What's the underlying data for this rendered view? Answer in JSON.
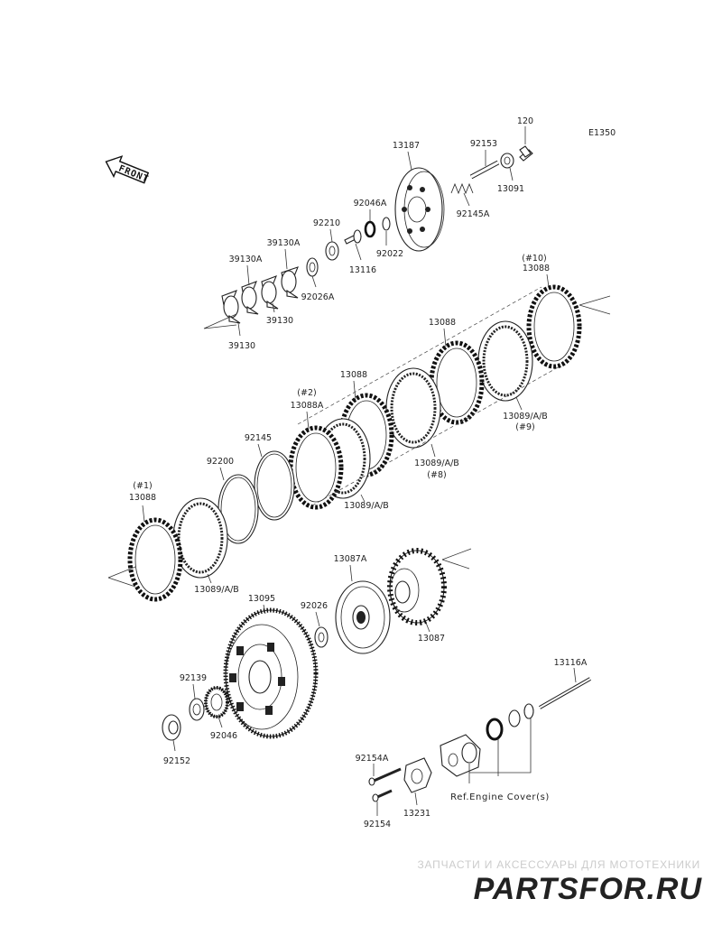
{
  "diagram_code": "E1350",
  "front_label": "FRONT",
  "reference_note": "Ref.Engine Cover(s)",
  "watermark": {
    "tagline": "ЗАПЧАСТИ И АКСЕССУАРЫ ДЛЯ МОТОТЕХНИКИ",
    "brand": "PARTSFOR.RU",
    "brand_color": "#f2b8b8"
  },
  "labels": {
    "p120": "120",
    "p13187": "13187",
    "p92153": "92153",
    "p13091": "13091",
    "p92145A": "92145A",
    "p92046A": "92046A",
    "p92210": "92210",
    "p92022": "92022",
    "p13116": "13116",
    "p39130A_1": "39130A",
    "p39130A_2": "39130A",
    "p92026A": "92026A",
    "p39130_1": "39130",
    "p39130_2": "39130",
    "p10": "(#10)",
    "p13088_10": "13088",
    "p13088_top": "13088",
    "p13089_9": "13089/A/B",
    "p9": "(#9)",
    "p13088_mid": "13088",
    "p2": "(#2)",
    "p13088A": "13088A",
    "p13089_8": "13089/A/B",
    "p8": "(#8)",
    "p92145": "92145",
    "p13089_c": "13089/A/B",
    "p92200": "92200",
    "p1": "(#1)",
    "p13088_1": "13088",
    "p13089_1": "13089/A/B",
    "p13087A": "13087A",
    "p92026": "92026",
    "p13087": "13087",
    "p13095": "13095",
    "p92139": "92139",
    "p92046": "92046",
    "p92152": "92152",
    "p13116A": "13116A",
    "p92154A": "92154A",
    "p92154": "92154",
    "p13231": "13231"
  }
}
